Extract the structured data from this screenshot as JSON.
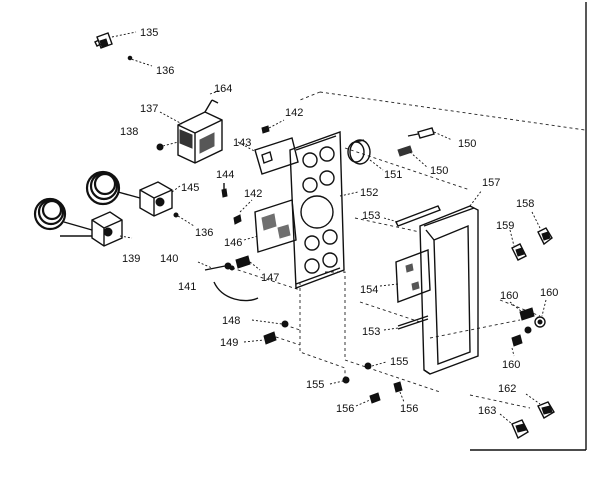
{
  "labels": {
    "l135": "135",
    "l136a": "136",
    "l164": "164",
    "l137": "137",
    "l142a": "142",
    "l138": "138",
    "l143": "143",
    "l150a": "150",
    "l151": "151",
    "l150b": "150",
    "l157": "157",
    "l144": "144",
    "l145": "145",
    "l142b": "142",
    "l152": "152",
    "l158": "158",
    "l153a": "153",
    "l136b": "136",
    "l159": "159",
    "l146": "146",
    "l139": "139",
    "l140": "140",
    "l147": "147",
    "l141": "141",
    "l154": "154",
    "l160a": "160",
    "l160b": "160",
    "l148": "148",
    "l153b": "153",
    "l149": "149",
    "l160c": "160",
    "l155a": "155",
    "l155b": "155",
    "l162": "162",
    "l156a": "156",
    "l156b": "156",
    "l163": "163"
  }
}
